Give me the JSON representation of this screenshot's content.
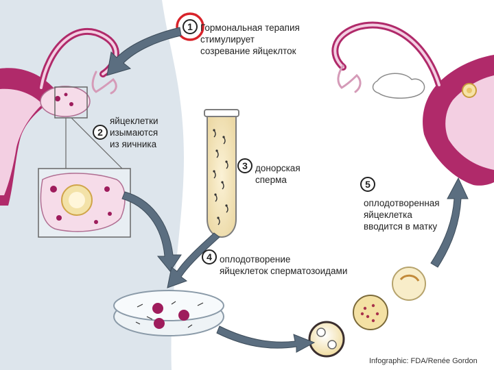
{
  "steps": [
    {
      "number": "1",
      "lines": [
        "Гормональная терапия",
        "стимулирует",
        "созревание яйцеклток"
      ]
    },
    {
      "number": "2",
      "lines": [
        "яйцеклетки",
        "изымаются",
        "из яичника"
      ]
    },
    {
      "number": "3",
      "lines": [
        "донорская",
        "сперма"
      ]
    },
    {
      "number": "4",
      "lines": [
        "оплодотворение",
        "яйцеклеток сперматозоидами"
      ]
    },
    {
      "number": "5",
      "lines": [
        "оплодотворенная",
        "яйцеклетка",
        "вводится в матку"
      ]
    }
  ],
  "credit": "Infographic: FDA/Renée Gordon",
  "colors": {
    "background": "#ffffff",
    "body_panel": "#dde5ec",
    "uterus": "#b02a6a",
    "tissue": "#f3cfe2",
    "arrow": "#5b6e80",
    "highlight_ring": "#d8232a",
    "text": "#222222"
  }
}
